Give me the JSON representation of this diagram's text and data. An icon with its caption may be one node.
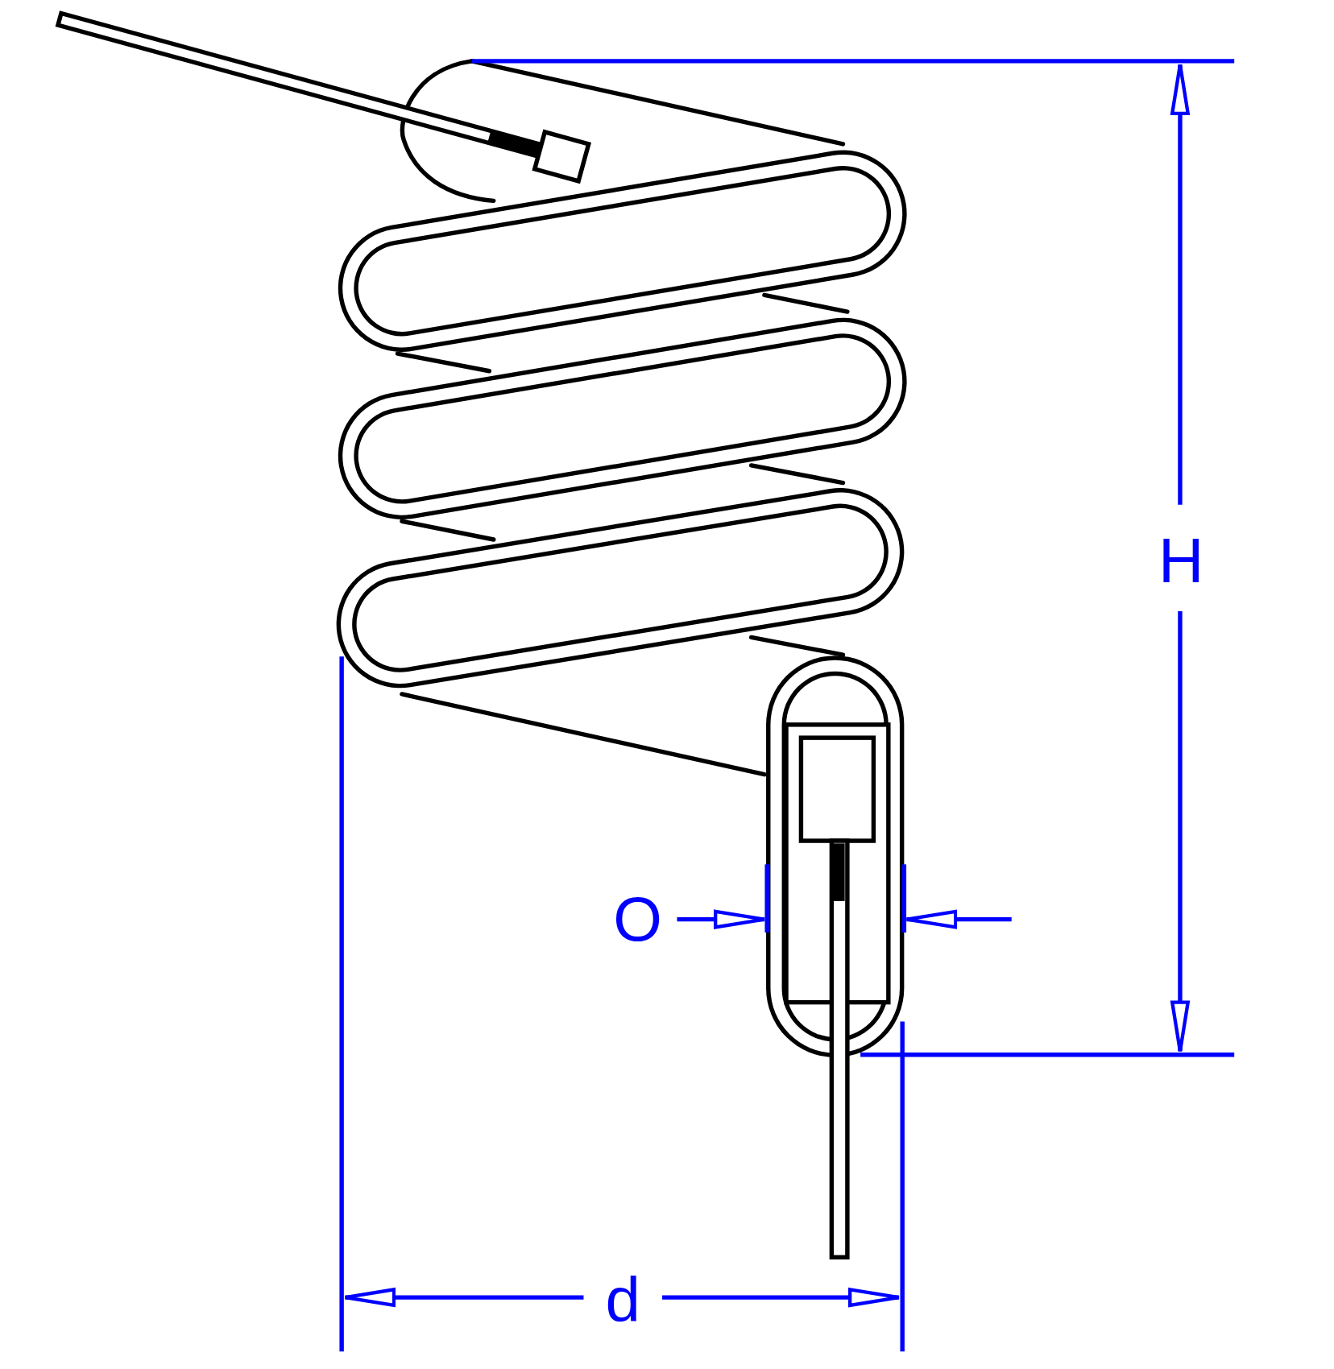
{
  "diagram": {
    "labels": [
      "H",
      "O",
      "d"
    ]
  }
}
